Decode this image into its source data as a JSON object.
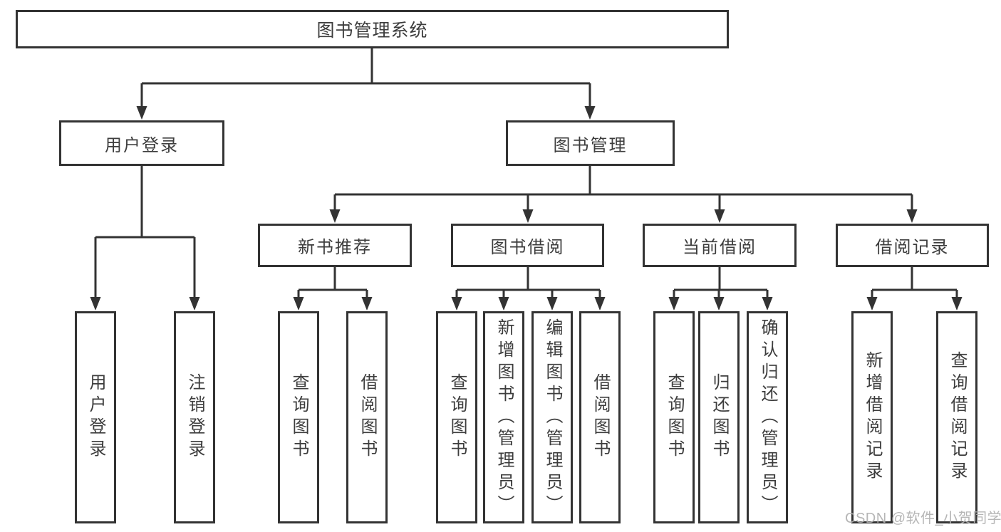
{
  "diagram": {
    "root": {
      "label": "图书管理系统"
    },
    "user_login": {
      "label": "用户登录",
      "children": {
        "login": {
          "label": "用户登录"
        },
        "logout": {
          "label": "注销登录"
        }
      }
    },
    "book_management": {
      "label": "图书管理",
      "children": {
        "new_book_recommend": {
          "label": "新书推荐",
          "children": {
            "query_books": {
              "label": "查询图书"
            },
            "borrow_books": {
              "label": "借阅图书"
            }
          }
        },
        "book_borrowing": {
          "label": "图书借阅",
          "children": {
            "query_books": {
              "label": "查询图书"
            },
            "add_books_admin": {
              "label": "新增图书（管理员）"
            },
            "edit_books_admin": {
              "label": "编辑图书（管理员）"
            },
            "borrow_books": {
              "label": "借阅图书"
            }
          }
        },
        "current_borrowing": {
          "label": "当前借阅",
          "children": {
            "query_books": {
              "label": "查询图书"
            },
            "return_books": {
              "label": "归还图书"
            },
            "confirm_return_admin": {
              "label": "确认归还（管理员）"
            }
          }
        },
        "borrowing_records": {
          "label": "借阅记录",
          "children": {
            "add_borrow_record": {
              "label": "新增借阅记录"
            },
            "query_borrow_record": {
              "label": "查询借阅记录"
            }
          }
        }
      }
    }
  },
  "colors": {
    "line": "#333333",
    "box_border": "#333333",
    "text": "#3d3d3d",
    "background": "#ffffff",
    "watermark": "#b0b0b0"
  },
  "watermark": {
    "text": "CSDN @软件_小贺同学"
  }
}
